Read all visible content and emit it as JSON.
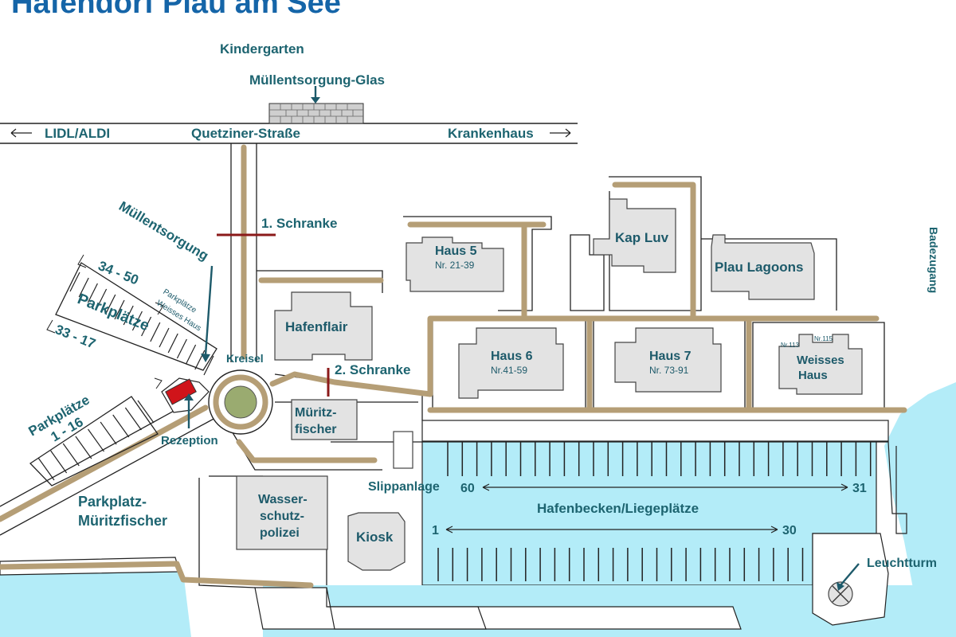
{
  "title": "Hafendorf Plau am See",
  "labels": {
    "kindergarten": "Kindergarten",
    "glass_disposal": "Müllentsorgung-Glas",
    "lidl": "LIDL/ALDI",
    "street": "Quetziner-Straße",
    "hospital": "Krankenhaus",
    "disposal": "Müllentsorgung",
    "barrier1": "1. Schranke",
    "barrier2": "2. Schranke",
    "roundabout": "Kreisel",
    "reception": "Rezeption",
    "parking_range_a": "34 - 50",
    "parking_range_b": "33 - 17",
    "parking_word": "Parkplätze",
    "parking_white_1": "Parkplätze",
    "parking_white_2": "Weisses Haus",
    "parking_1_16_a": "Parkplätze",
    "parking_1_16_b": "1 - 16",
    "parking_mf_1": "Parkplatz-",
    "parking_mf_2": "Müritzfischer",
    "slipway": "Slippanlage",
    "harbor": "Hafenbecken/Liegeplätze",
    "lighthouse": "Leuchtturm",
    "beach": "Badezugang",
    "berth_60": "60",
    "berth_31": "31",
    "berth_1": "1",
    "berth_30": "30"
  },
  "buildings": {
    "haus5": "Haus 5",
    "haus5_nr": "Nr. 21-39",
    "kap_luv": "Kap Luv",
    "plau_lagoons": "Plau Lagoons",
    "hafenflair": "Hafenflair",
    "haus6": "Haus 6",
    "haus6_nr": "Nr.41-59",
    "haus7": "Haus 7",
    "haus7_nr": "Nr. 73-91",
    "weisses_1": "Weisses",
    "weisses_2": "Haus",
    "nr113": "Nr.113",
    "nr115": "Nr.115",
    "mueritz_1": "Müritz-",
    "mueritz_2": "fischer",
    "wsp_1": "Wasser-",
    "wsp_2": "schutz-",
    "wsp_3": "polizei",
    "kiosk": "Kiosk"
  },
  "colors": {
    "water": "#b3ecf8",
    "path": "#b59e76",
    "building": "#e3e3e3",
    "text": "#1d6470",
    "title": "#1565a8",
    "barrier": "#8b1a1a",
    "reception": "#d0141a",
    "roundabout": "#9aab70"
  }
}
